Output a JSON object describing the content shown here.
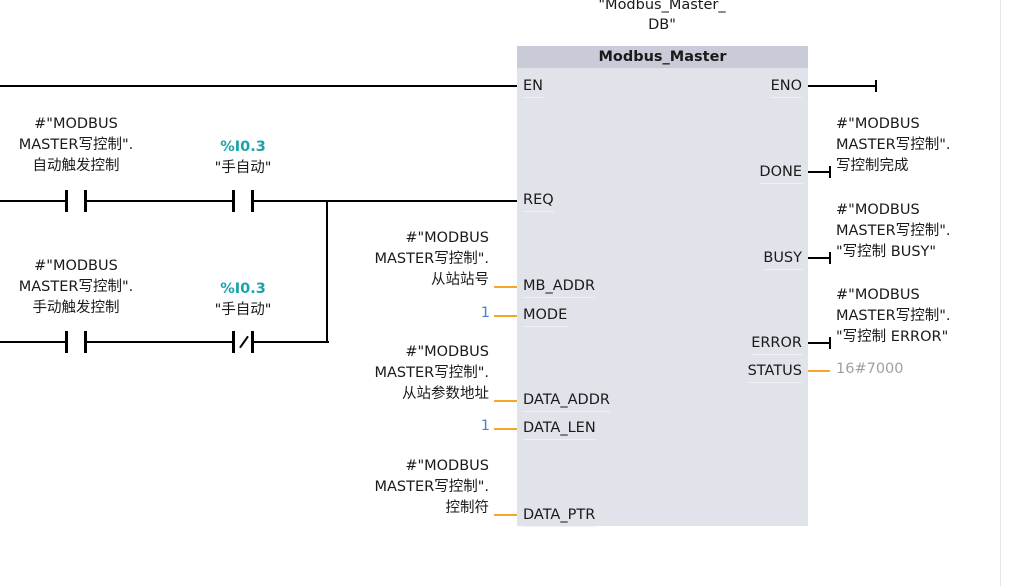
{
  "instance_db": [
    "\"Modbus_Master_",
    "DB\""
  ],
  "block": {
    "title": "Modbus_Master",
    "inputs": {
      "en": "EN",
      "req": "REQ",
      "mb_addr": "MB_ADDR",
      "mode": "MODE",
      "data_addr": "DATA_ADDR",
      "data_len": "DATA_LEN",
      "data_ptr": "DATA_PTR"
    },
    "outputs": {
      "eno": "ENO",
      "done": "DONE",
      "busy": "BUSY",
      "error": "ERROR",
      "status": "STATUS"
    }
  },
  "contacts": [
    {
      "lines": [
        "#\"MODBUS",
        "MASTER写控制\".",
        "自动触发控制"
      ],
      "type": "NO"
    },
    {
      "address": "%I0.3",
      "symbol": "\"手自动\"",
      "type": "NO"
    },
    {
      "lines": [
        "#\"MODBUS",
        "MASTER写控制\".",
        "手动触发控制"
      ],
      "type": "NO"
    },
    {
      "address": "%I0.3",
      "symbol": "\"手自动\"",
      "type": "NC"
    }
  ],
  "params": {
    "mb_addr": [
      "#\"MODBUS",
      "MASTER写控制\".",
      "从站站号"
    ],
    "mode": "1",
    "data_addr": [
      "#\"MODBUS",
      "MASTER写控制\".",
      "从站参数地址"
    ],
    "data_len": "1",
    "data_ptr": [
      "#\"MODBUS",
      "MASTER写控制\".",
      "控制符"
    ],
    "done": [
      "#\"MODBUS",
      "MASTER写控制\".",
      "写控制完成"
    ],
    "busy": [
      "#\"MODBUS",
      "MASTER写控制\".",
      "\"写控制 BUSY\""
    ],
    "error": [
      "#\"MODBUS",
      "MASTER写控制\".",
      "\"写控制 ERROR\""
    ],
    "status": "16#7000"
  },
  "colors": {
    "address": "#1aa3a8",
    "wire_data": "#f5a623",
    "constant": "#4a7fd4",
    "block_body": "#e1e3eb",
    "block_header": "#c9ccd8"
  }
}
